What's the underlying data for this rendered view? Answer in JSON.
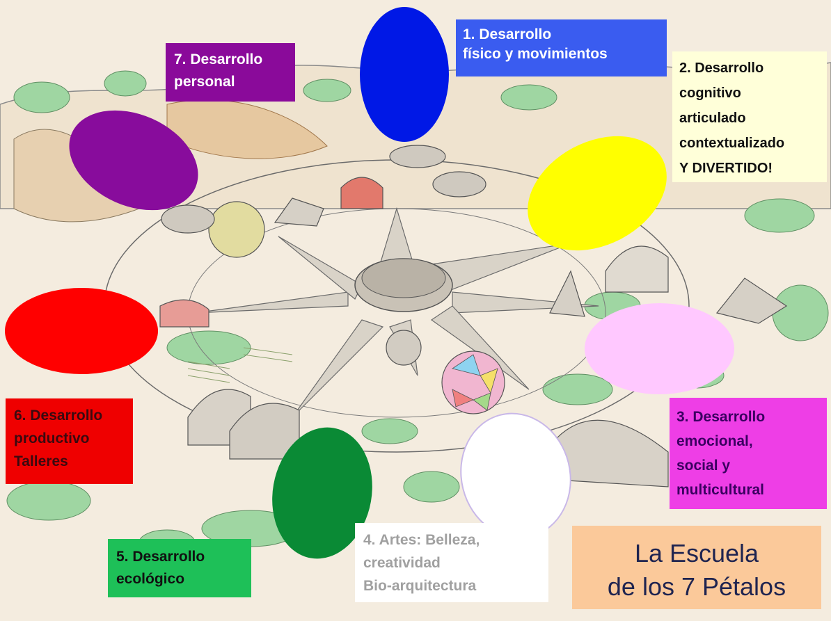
{
  "title": "La Escuela\nde los 7 Pétalos",
  "colors": {
    "background": "#f4ecdf",
    "sketch_green": "#8fcf96",
    "sketch_line": "#6b6b6b",
    "title_box": "#fbc99a"
  },
  "petals": [
    {
      "id": 1,
      "label": "1.   Desarrollo\nfísico y movimientos",
      "petal_color": "#0018e6",
      "box_color": "#3a5cf0",
      "text_color": "#ffffff"
    },
    {
      "id": 2,
      "label": "2. Desarrollo\ncognitivo\narticulado\ncontextualizado\nY DIVERTIDO!",
      "petal_color": "#ffff00",
      "box_color": "#ffffd9",
      "text_color": "#111111"
    },
    {
      "id": 3,
      "label": "3. Desarrollo\nemocional,\nsocial y\nmulticultural",
      "petal_color": "#ffc8ff",
      "box_color": "#ee3ee6",
      "text_color": "#3a0060"
    },
    {
      "id": 4,
      "label": "4.  Artes: Belleza,\ncreatividad\nBio-arquitectura",
      "petal_color": "#ffffff",
      "box_color": "#ffffff",
      "text_color": "#a0a0a0"
    },
    {
      "id": 5,
      "label": "5. Desarrollo\necológico",
      "petal_color": "#0a8a35",
      "box_color": "#1ec058",
      "text_color": "#111111"
    },
    {
      "id": 6,
      "label": "6. Desarrollo\nproductivo\nTalleres",
      "petal_color": "#ff0000",
      "box_color": "#ef0000",
      "text_color": "#3a0a10"
    },
    {
      "id": 7,
      "label": "7. Desarrollo\npersonal",
      "petal_color": "#880c9c",
      "box_color": "#8a0a9a",
      "text_color": "#ffffff"
    }
  ]
}
